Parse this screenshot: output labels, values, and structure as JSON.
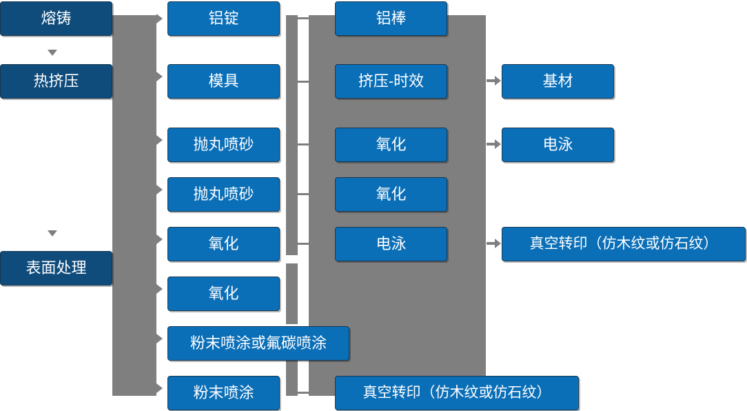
{
  "diagram": {
    "type": "process-flow",
    "title": "",
    "colors": {
      "stage_box": "#0f4c7c",
      "process_box": "#0b6fb8",
      "connector": "#7f7f7f",
      "text": "#ffffff",
      "background": "#ffffff"
    },
    "columns": [
      {
        "name": "stages",
        "nodes": [
          {
            "label": "熔铸"
          },
          {
            "label": "热挤压"
          },
          {
            "label": "表面处理"
          }
        ]
      },
      {
        "name": "inputs",
        "nodes": [
          {
            "label": "铝锭"
          },
          {
            "label": "模具"
          },
          {
            "label": "抛丸喷砂"
          },
          {
            "label": "抛丸喷砂"
          },
          {
            "label": "氧化"
          },
          {
            "label": "氧化"
          },
          {
            "label": "粉末喷涂或氟碳喷涂"
          },
          {
            "label": "粉末喷涂"
          }
        ]
      },
      {
        "name": "processes",
        "nodes": [
          {
            "label": "铝棒"
          },
          {
            "label": "挤压-时效"
          },
          {
            "label": "氧化"
          },
          {
            "label": "氧化"
          },
          {
            "label": "电泳"
          },
          {
            "label": "真空转印（仿木纹或仿石纹）"
          }
        ]
      },
      {
        "name": "outputs",
        "nodes": [
          {
            "label": "基材"
          },
          {
            "label": "电泳"
          },
          {
            "label": "真空转印（仿木纹或仿石纹）"
          }
        ]
      }
    ]
  }
}
